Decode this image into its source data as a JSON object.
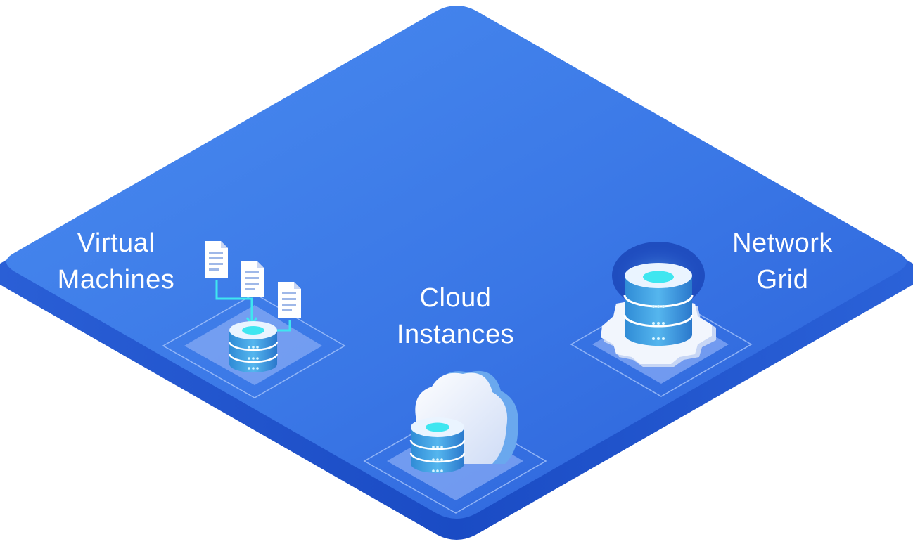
{
  "nodes": [
    {
      "id": "vm",
      "line1": "Virtual",
      "line2": "Machines"
    },
    {
      "id": "cloud",
      "line1": "Cloud",
      "line2": "Instances"
    },
    {
      "id": "grid",
      "line1": "Network",
      "line2": "Grid"
    }
  ],
  "colors": {
    "platform_top": "#3a78e8",
    "platform_side": "#1d4fc7",
    "accent_cyan": "#3fe6f0",
    "tile": "#8fb2f6"
  },
  "icons": [
    "document-icon",
    "arrow-down-icon",
    "database-icon",
    "cloud-icon",
    "gear-icon"
  ]
}
